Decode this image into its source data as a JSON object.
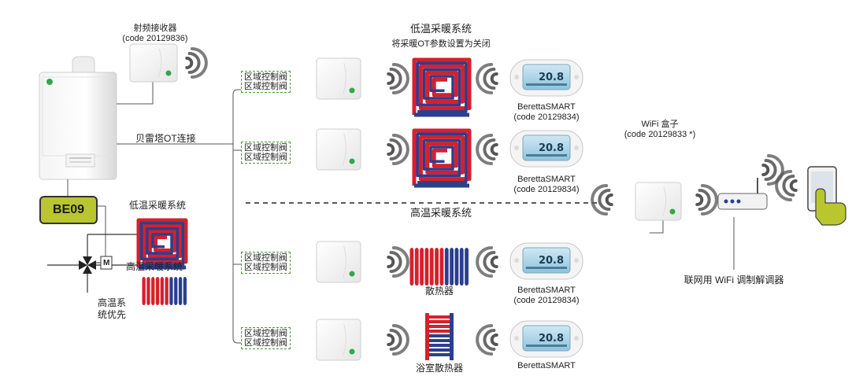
{
  "rf_receiver": {
    "name": "射频接收器",
    "code": "(code 20129836)"
  },
  "boiler": {
    "badge": "BE09",
    "link_label": "贝雷塔OT连接"
  },
  "low_temp_system": {
    "title": "低温采暖系统",
    "subtitle": "将采暖OT参数设置为关闭"
  },
  "high_temp_system": {
    "title": "高温采暖系统"
  },
  "zone_valve_label": "区域控制阀",
  "thermostat": {
    "name": "BerettaSMART",
    "code": "(code 20129834)",
    "display": "20.8"
  },
  "zones": [
    {
      "emitter": "floor-heating",
      "emitter_label": "",
      "show_code": true
    },
    {
      "emitter": "floor-heating",
      "emitter_label": "",
      "show_code": true
    },
    {
      "emitter": "radiator",
      "emitter_label": "散热器",
      "show_code": true
    },
    {
      "emitter": "towel-radiator",
      "emitter_label": "浴室散热器",
      "show_code": false
    }
  ],
  "wifi_box": {
    "name": "WiFi 盒子",
    "code": "(code 20129833 *)"
  },
  "router": {
    "label": "联网用  WiFi 调制解调器"
  },
  "left_circuit": {
    "low_temp_label": "低温采暖系统",
    "high_temp_label": "高温采暖系统",
    "priority_label_1": "高温系",
    "priority_label_2": "统优先",
    "motor_label": "M"
  },
  "colors": {
    "hot": "#d6202b",
    "cold": "#2b3f8f",
    "accent": "#b9c630",
    "led": "#2fa84a"
  }
}
